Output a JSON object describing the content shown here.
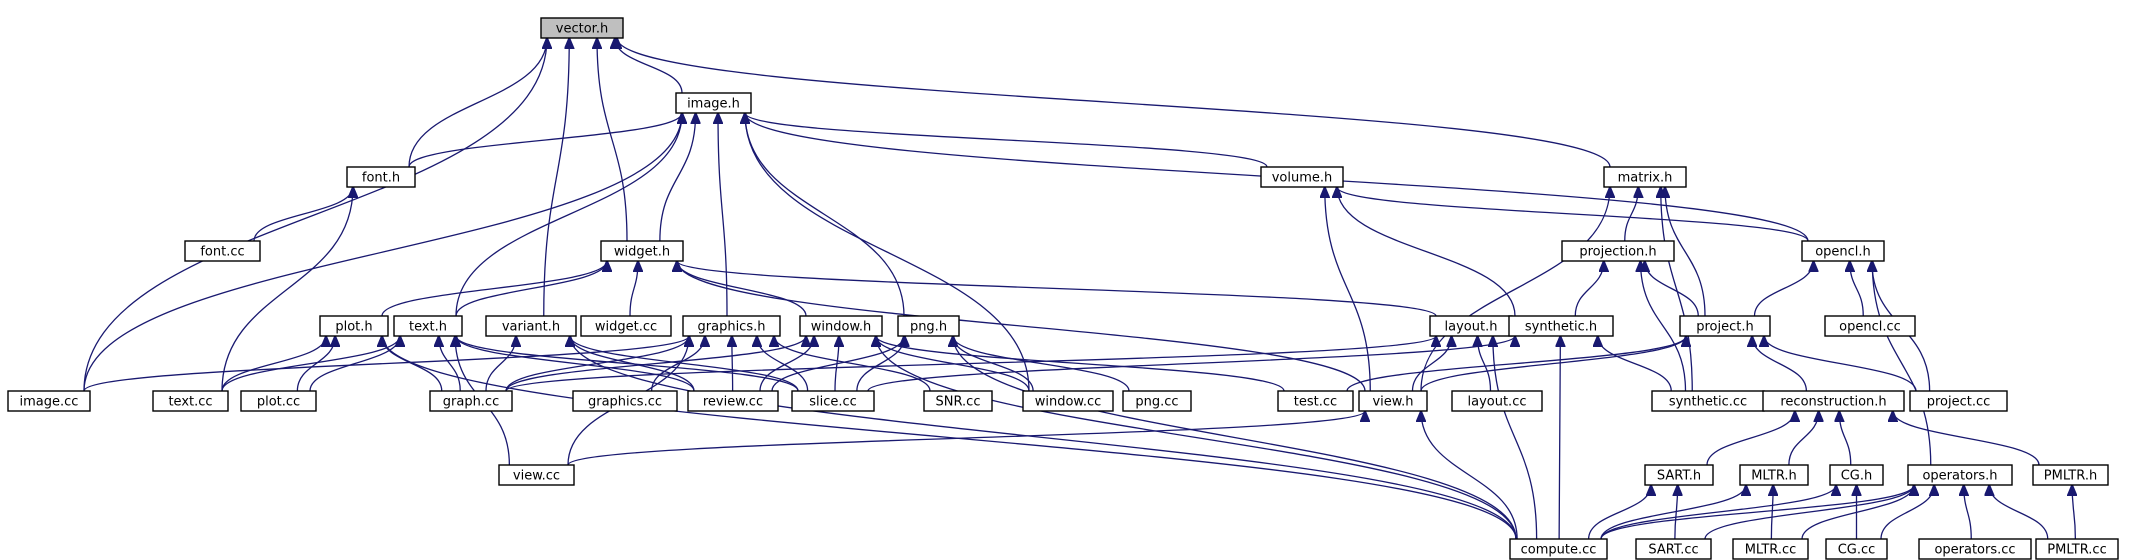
{
  "diagram": {
    "nodes": [
      {
        "id": "vector_h",
        "label": "vector.h",
        "root": true
      },
      {
        "id": "image_h",
        "label": "image.h"
      },
      {
        "id": "font_h",
        "label": "font.h"
      },
      {
        "id": "volume_h",
        "label": "volume.h"
      },
      {
        "id": "matrix_h",
        "label": "matrix.h"
      },
      {
        "id": "font_cc",
        "label": "font.cc"
      },
      {
        "id": "widget_h",
        "label": "widget.h"
      },
      {
        "id": "projection_h",
        "label": "projection.h"
      },
      {
        "id": "opencl_h",
        "label": "opencl.h"
      },
      {
        "id": "plot_h",
        "label": "plot.h"
      },
      {
        "id": "text_h",
        "label": "text.h"
      },
      {
        "id": "variant_h",
        "label": "variant.h"
      },
      {
        "id": "widget_cc",
        "label": "widget.cc"
      },
      {
        "id": "graphics_h",
        "label": "graphics.h"
      },
      {
        "id": "window_h",
        "label": "window.h"
      },
      {
        "id": "png_h",
        "label": "png.h"
      },
      {
        "id": "layout_h",
        "label": "layout.h"
      },
      {
        "id": "synthetic_h",
        "label": "synthetic.h"
      },
      {
        "id": "project_h",
        "label": "project.h"
      },
      {
        "id": "opencl_cc",
        "label": "opencl.cc"
      },
      {
        "id": "image_cc",
        "label": "image.cc"
      },
      {
        "id": "text_cc",
        "label": "text.cc"
      },
      {
        "id": "plot_cc",
        "label": "plot.cc"
      },
      {
        "id": "graph_cc",
        "label": "graph.cc"
      },
      {
        "id": "graphics_cc",
        "label": "graphics.cc"
      },
      {
        "id": "review_cc",
        "label": "review.cc"
      },
      {
        "id": "slice_cc",
        "label": "slice.cc"
      },
      {
        "id": "SNR_cc",
        "label": "SNR.cc"
      },
      {
        "id": "window_cc",
        "label": "window.cc"
      },
      {
        "id": "png_cc",
        "label": "png.cc"
      },
      {
        "id": "test_cc",
        "label": "test.cc"
      },
      {
        "id": "view_h",
        "label": "view.h"
      },
      {
        "id": "layout_cc",
        "label": "layout.cc"
      },
      {
        "id": "synthetic_cc",
        "label": "synthetic.cc"
      },
      {
        "id": "reconstruction_h",
        "label": "reconstruction.h"
      },
      {
        "id": "project_cc",
        "label": "project.cc"
      },
      {
        "id": "view_cc",
        "label": "view.cc"
      },
      {
        "id": "SART_h",
        "label": "SART.h"
      },
      {
        "id": "MLTR_h",
        "label": "MLTR.h"
      },
      {
        "id": "CG_h",
        "label": "CG.h"
      },
      {
        "id": "operators_h",
        "label": "operators.h"
      },
      {
        "id": "PMLTR_h",
        "label": "PMLTR.h"
      },
      {
        "id": "compute_cc",
        "label": "compute.cc"
      },
      {
        "id": "SART_cc",
        "label": "SART.cc"
      },
      {
        "id": "MLTR_cc",
        "label": "MLTR.cc"
      },
      {
        "id": "CG_cc",
        "label": "CG.cc"
      },
      {
        "id": "operators_cc",
        "label": "operators.cc"
      },
      {
        "id": "PMLTR_cc",
        "label": "PMLTR.cc"
      }
    ],
    "edges": [
      [
        "image_h",
        "vector_h"
      ],
      [
        "font_h",
        "vector_h"
      ],
      [
        "image_cc",
        "vector_h"
      ],
      [
        "variant_h",
        "vector_h"
      ],
      [
        "widget_h",
        "vector_h"
      ],
      [
        "matrix_h",
        "vector_h"
      ],
      [
        "font_h",
        "image_h"
      ],
      [
        "image_cc",
        "image_h"
      ],
      [
        "widget_h",
        "image_h"
      ],
      [
        "text_h",
        "image_h"
      ],
      [
        "graphics_h",
        "image_h"
      ],
      [
        "png_h",
        "image_h"
      ],
      [
        "window_cc",
        "image_h"
      ],
      [
        "volume_h",
        "image_h"
      ],
      [
        "opencl_h",
        "image_h"
      ],
      [
        "font_cc",
        "font_h"
      ],
      [
        "text_cc",
        "font_h"
      ],
      [
        "plot_h",
        "widget_h"
      ],
      [
        "text_h",
        "widget_h"
      ],
      [
        "widget_cc",
        "widget_h"
      ],
      [
        "window_h",
        "widget_h"
      ],
      [
        "layout_h",
        "widget_h"
      ],
      [
        "view_h",
        "widget_h"
      ],
      [
        "opencl_h",
        "volume_h"
      ],
      [
        "view_h",
        "volume_h"
      ],
      [
        "synthetic_h",
        "volume_h"
      ],
      [
        "projection_h",
        "matrix_h"
      ],
      [
        "project_h",
        "matrix_h"
      ],
      [
        "view_h",
        "matrix_h"
      ],
      [
        "synthetic_cc",
        "matrix_h"
      ],
      [
        "synthetic_h",
        "projection_h"
      ],
      [
        "project_h",
        "projection_h"
      ],
      [
        "synthetic_cc",
        "projection_h"
      ],
      [
        "project_h",
        "opencl_h"
      ],
      [
        "opencl_cc",
        "opencl_h"
      ],
      [
        "project_cc",
        "opencl_h"
      ],
      [
        "operators_h",
        "opencl_h"
      ],
      [
        "text_cc",
        "plot_h"
      ],
      [
        "plot_cc",
        "plot_h"
      ],
      [
        "graph_cc",
        "plot_h"
      ],
      [
        "compute_cc",
        "plot_h"
      ],
      [
        "text_cc",
        "text_h"
      ],
      [
        "plot_cc",
        "text_h"
      ],
      [
        "graph_cc",
        "text_h"
      ],
      [
        "review_cc",
        "text_h"
      ],
      [
        "slice_cc",
        "text_h"
      ],
      [
        "view_cc",
        "text_h"
      ],
      [
        "graph_cc",
        "variant_h"
      ],
      [
        "review_cc",
        "variant_h"
      ],
      [
        "slice_cc",
        "variant_h"
      ],
      [
        "compute_cc",
        "variant_h"
      ],
      [
        "image_cc",
        "graphics_h"
      ],
      [
        "graph_cc",
        "graphics_h"
      ],
      [
        "graphics_cc",
        "graphics_h"
      ],
      [
        "review_cc",
        "graphics_h"
      ],
      [
        "slice_cc",
        "graphics_h"
      ],
      [
        "view_cc",
        "graphics_h"
      ],
      [
        "SNR_cc",
        "graphics_h"
      ],
      [
        "graph_cc",
        "window_h"
      ],
      [
        "review_cc",
        "window_h"
      ],
      [
        "slice_cc",
        "window_h"
      ],
      [
        "window_cc",
        "window_h"
      ],
      [
        "test_cc",
        "window_h"
      ],
      [
        "compute_cc",
        "window_h"
      ],
      [
        "review_cc",
        "png_h"
      ],
      [
        "slice_cc",
        "png_h"
      ],
      [
        "window_cc",
        "png_h"
      ],
      [
        "png_cc",
        "png_h"
      ],
      [
        "compute_cc",
        "png_h"
      ],
      [
        "view_h",
        "layout_h"
      ],
      [
        "layout_cc",
        "layout_h"
      ],
      [
        "compute_cc",
        "layout_h"
      ],
      [
        "graph_cc",
        "layout_h"
      ],
      [
        "synthetic_cc",
        "synthetic_h"
      ],
      [
        "compute_cc",
        "synthetic_h"
      ],
      [
        "slice_cc",
        "synthetic_h"
      ],
      [
        "reconstruction_h",
        "project_h"
      ],
      [
        "project_cc",
        "project_h"
      ],
      [
        "test_cc",
        "project_h"
      ],
      [
        "view_h",
        "project_h"
      ],
      [
        "view_cc",
        "view_h"
      ],
      [
        "compute_cc",
        "view_h"
      ],
      [
        "SART_h",
        "reconstruction_h"
      ],
      [
        "MLTR_h",
        "reconstruction_h"
      ],
      [
        "CG_h",
        "reconstruction_h"
      ],
      [
        "PMLTR_h",
        "reconstruction_h"
      ],
      [
        "compute_cc",
        "SART_h"
      ],
      [
        "SART_cc",
        "SART_h"
      ],
      [
        "compute_cc",
        "MLTR_h"
      ],
      [
        "MLTR_cc",
        "MLTR_h"
      ],
      [
        "compute_cc",
        "CG_h"
      ],
      [
        "CG_cc",
        "CG_h"
      ],
      [
        "compute_cc",
        "operators_h"
      ],
      [
        "SART_cc",
        "operators_h"
      ],
      [
        "MLTR_cc",
        "operators_h"
      ],
      [
        "CG_cc",
        "operators_h"
      ],
      [
        "operators_cc",
        "operators_h"
      ],
      [
        "PMLTR_cc",
        "operators_h"
      ],
      [
        "PMLTR_cc",
        "PMLTR_h"
      ]
    ]
  }
}
